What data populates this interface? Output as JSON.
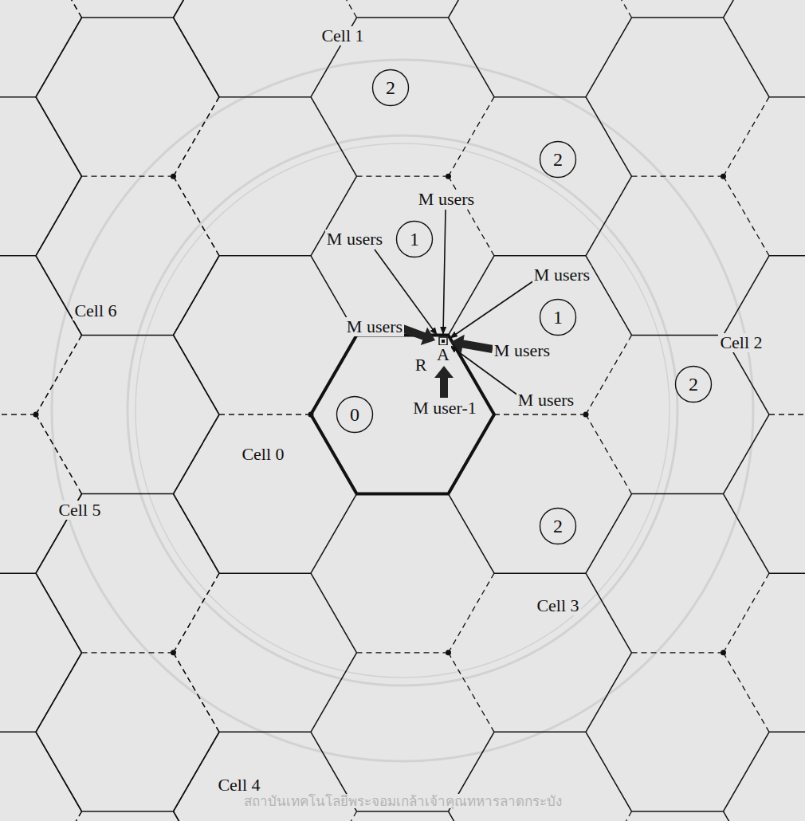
{
  "diagram": {
    "nodes": [
      {
        "text": [
          "2"
        ]
      },
      {
        "text": [
          "2"
        ]
      },
      {
        "text": [
          "1"
        ]
      },
      {
        "text": [
          "1"
        ]
      },
      {
        "text": [
          "2"
        ]
      },
      {
        "text": [
          "0"
        ]
      },
      {
        "text": [
          "2"
        ]
      }
    ],
    "labels": [
      "Cell 1",
      "M users",
      "M users",
      "M users",
      "M users",
      "M users",
      "A",
      "R",
      "M users",
      "M user-1",
      "Cell 2",
      "Cell 0",
      "Cell 6",
      "Cell 3",
      "Cell 5",
      "Cell 4",
      "สถาบันเทคโนโลยีพระจอมเกล้าเจ้าคุณทหารลาดกระบัง"
    ]
  }
}
